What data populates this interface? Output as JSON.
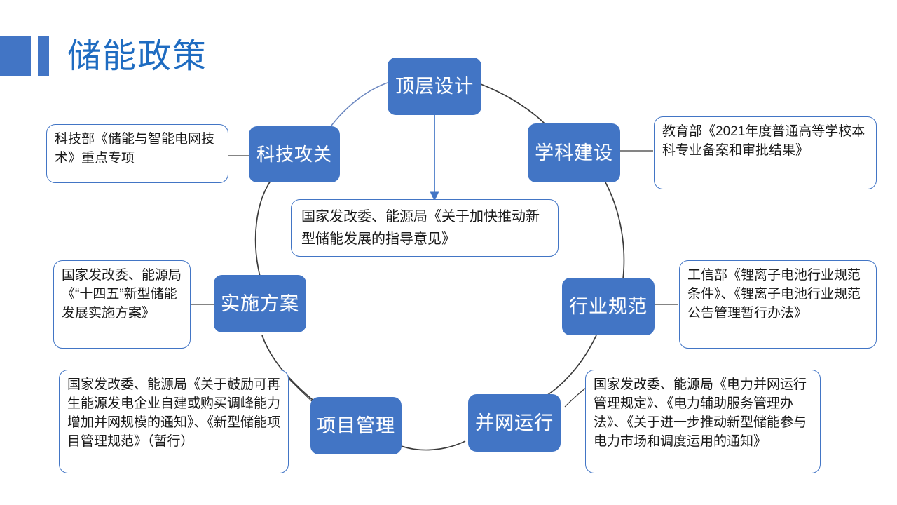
{
  "header": {
    "title": "储能政策",
    "accent_color": "#4275c5",
    "title_color": "#1f6cc1"
  },
  "diagram": {
    "type": "cycle-with-callouts",
    "node_fill": "#4275c5",
    "node_text_color": "#ffffff",
    "callout_border_color": "#4275c5",
    "connector_color": "#3b3b3b",
    "arrow_color": "#4275c5",
    "nodes": [
      {
        "id": "top-design",
        "label": "顶层设计"
      },
      {
        "id": "discipline-build",
        "label": "学科建设"
      },
      {
        "id": "industry-standard",
        "label": "行业规范"
      },
      {
        "id": "grid-operation",
        "label": "并网运行"
      },
      {
        "id": "project-mgmt",
        "label": "项目管理"
      },
      {
        "id": "impl-plan",
        "label": "实施方案"
      },
      {
        "id": "tech-research",
        "label": "科技攻关"
      }
    ],
    "callouts": [
      {
        "id": "tech-research-note",
        "for": "tech-research",
        "text": "科技部《储能与智能电网技术》重点专项"
      },
      {
        "id": "discipline-build-note",
        "for": "discipline-build",
        "text": "教育部《2021年度普通高等学校本科专业备案和审批结果》"
      },
      {
        "id": "top-design-note",
        "for": "top-design",
        "text": "国家发改委、能源局《关于加快推动新型储能发展的指导意见》"
      },
      {
        "id": "impl-plan-note",
        "for": "impl-plan",
        "text": "国家发改委、能源局《“十四五”新型储能发展实施方案》"
      },
      {
        "id": "industry-standard-note",
        "for": "industry-standard",
        "text": "工信部《锂离子电池行业规范条件》、《锂离子电池行业规范公告管理暂行办法》"
      },
      {
        "id": "project-mgmt-note",
        "for": "project-mgmt",
        "text": "国家发改委、能源局《关于鼓励可再生能源发电企业自建或购买调峰能力增加并网规模的通知》、《新型储能项目管理规范》（暂行）"
      },
      {
        "id": "grid-operation-note",
        "for": "grid-operation",
        "text": "国家发改委、能源局《电力并网运行管理规定》、《电力辅助服务管理办法》、《关于进一步推动新型储能参与电力市场和调度运用的通知》"
      }
    ]
  }
}
